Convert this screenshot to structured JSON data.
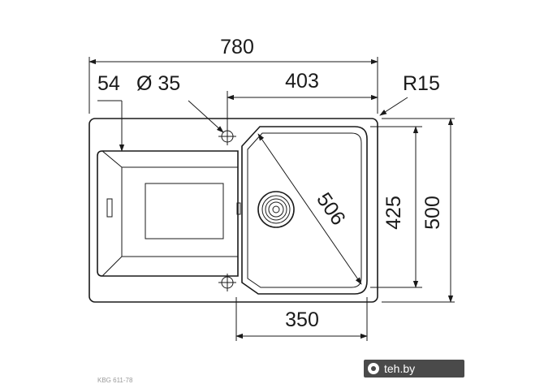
{
  "dimensions": {
    "overall_width": "780",
    "drain_offset": "54",
    "tap_hole": "Ø 35",
    "bowl_width": "403",
    "corner_radius": "R15",
    "diagonal": "506",
    "bowl_depth": "425",
    "overall_depth": "500",
    "bowl_bottom_width": "350"
  },
  "watermark": {
    "brand": "teh.by"
  },
  "caption": {
    "text": "KBG 611-78"
  },
  "colors": {
    "line": "#1a1a1a",
    "watermark_bg": "#4a4a4a"
  }
}
